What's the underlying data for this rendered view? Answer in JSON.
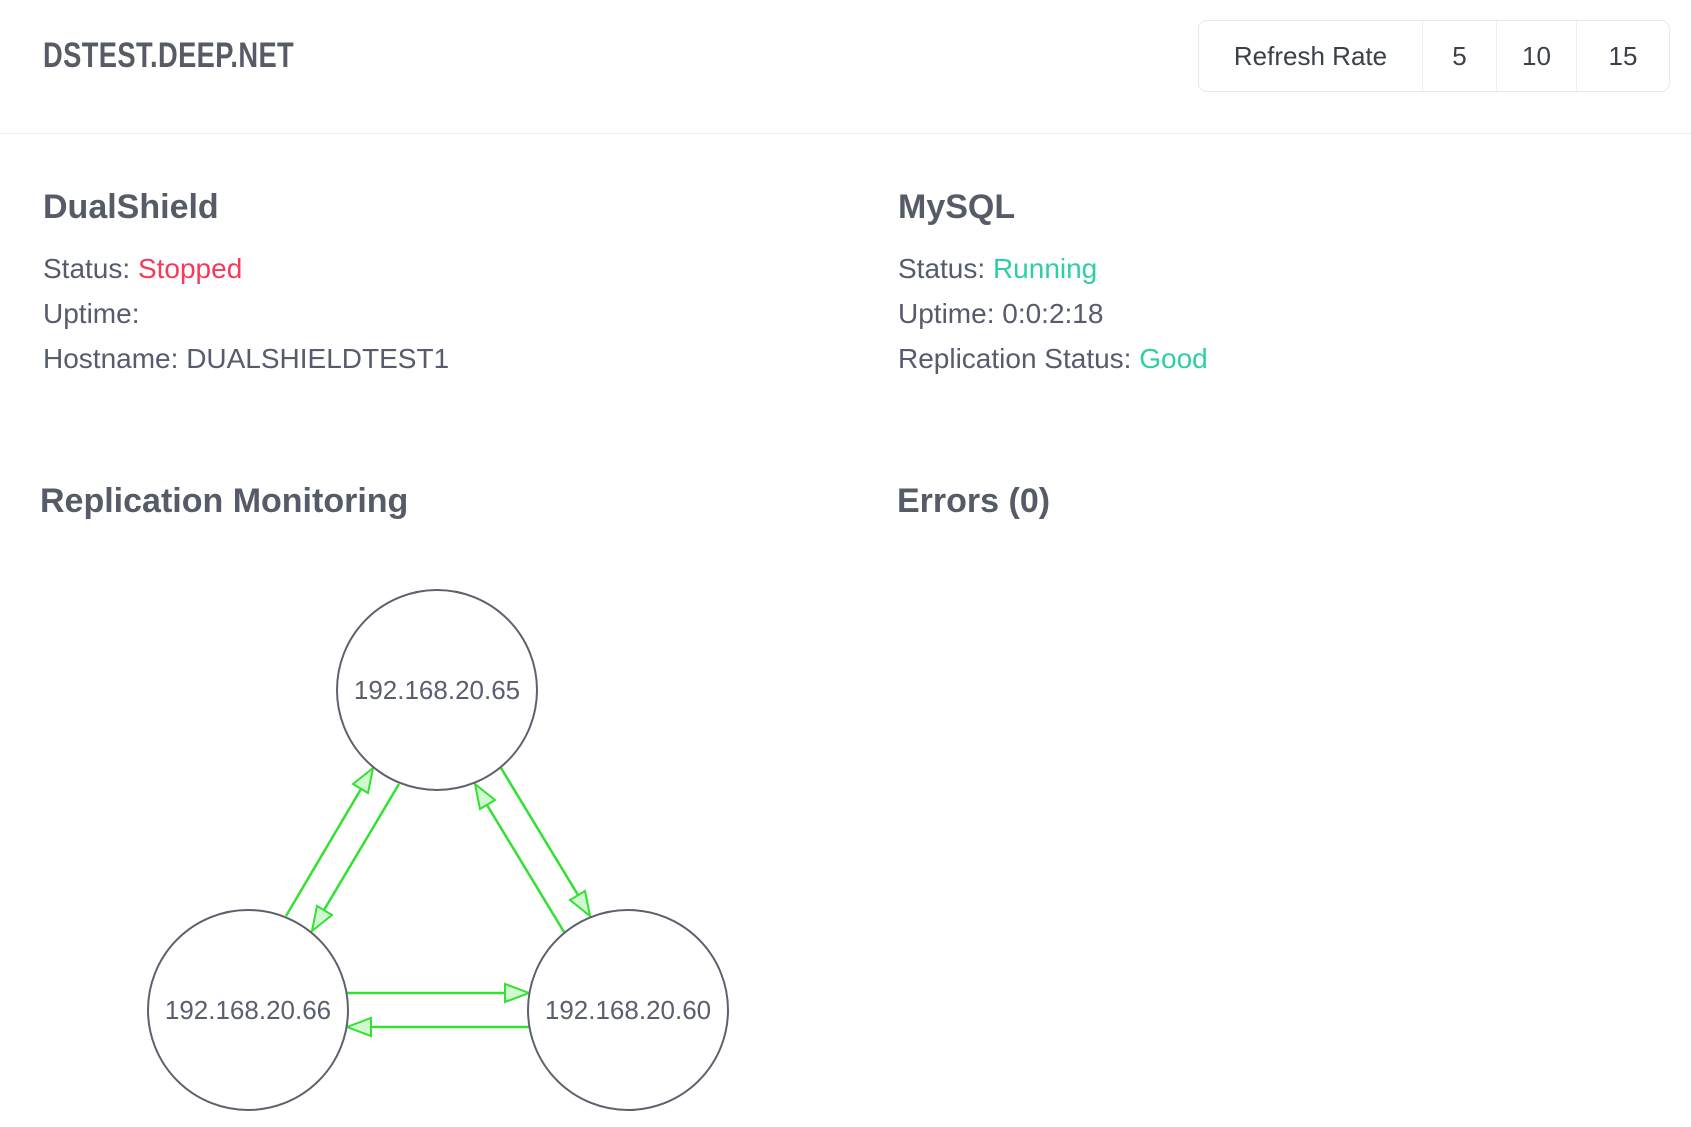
{
  "header": {
    "title": "DSTEST.DEEP.NET",
    "refresh": {
      "label": "Refresh Rate",
      "options": [
        "5",
        "10",
        "15"
      ]
    }
  },
  "dualshield": {
    "heading": "DualShield",
    "status_label": "Status:",
    "status_value": "Stopped",
    "uptime_label": "Uptime:",
    "uptime_value": "",
    "hostname_label": "Hostname:",
    "hostname_value": "DUALSHIELDTEST1"
  },
  "mysql": {
    "heading": "MySQL",
    "status_label": "Status:",
    "status_value": "Running",
    "uptime_label": "Uptime:",
    "uptime_value": "0:0:2:18",
    "replication_label": "Replication Status:",
    "replication_value": "Good"
  },
  "replication_monitoring": {
    "heading": "Replication Monitoring"
  },
  "errors": {
    "heading": "Errors (0)",
    "count": 0
  },
  "diagram": {
    "nodes": [
      {
        "label": "192.168.20.65"
      },
      {
        "label": "192.168.20.66"
      },
      {
        "label": "192.168.20.60"
      }
    ],
    "edges": [
      {
        "from": "192.168.20.66",
        "to": "192.168.20.65",
        "status": "ok"
      },
      {
        "from": "192.168.20.65",
        "to": "192.168.20.66",
        "status": "ok"
      },
      {
        "from": "192.168.20.60",
        "to": "192.168.20.65",
        "status": "ok"
      },
      {
        "from": "192.168.20.65",
        "to": "192.168.20.60",
        "status": "ok"
      },
      {
        "from": "192.168.20.66",
        "to": "192.168.20.60",
        "status": "ok"
      },
      {
        "from": "192.168.20.60",
        "to": "192.168.20.66",
        "status": "ok"
      }
    ]
  },
  "colors": {
    "status_stopped": "#f8395c",
    "status_running": "#2dcfa5",
    "replication_good": "#2dcfa5",
    "edge_green": "#32e132",
    "node_border": "#5d616e",
    "text_dark": "#565b68"
  }
}
